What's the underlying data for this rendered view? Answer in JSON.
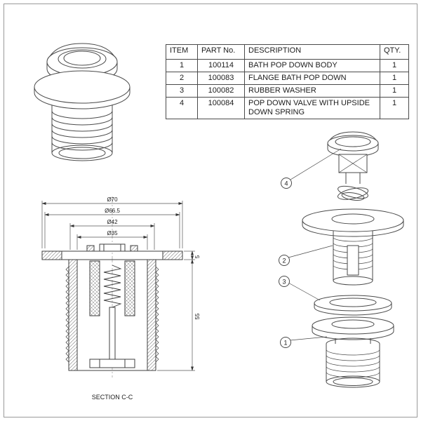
{
  "table": {
    "headers": [
      "ITEM",
      "PART No.",
      "DESCRIPTION",
      "QTY."
    ],
    "rows": [
      {
        "item": "1",
        "part": "100114",
        "desc": "BATH POP DOWN BODY",
        "qty": "1"
      },
      {
        "item": "2",
        "part": "100083",
        "desc": "FLANGE BATH POP DOWN",
        "qty": "1"
      },
      {
        "item": "3",
        "part": "100082",
        "desc": "RUBBER WASHER",
        "qty": "1"
      },
      {
        "item": "4",
        "part": "100084",
        "desc": "POP DOWN VALVE WITH UPSIDE DOWN SPRING",
        "qty": "1"
      }
    ]
  },
  "section_view": {
    "caption": "SECTION C-C",
    "dims": {
      "d70": "Ø70",
      "d66": "Ø66.5",
      "d42": "Ø42",
      "d35": "Ø35",
      "h5": "5",
      "h55": "55"
    }
  },
  "exploded_view": {
    "balloons": {
      "b1": "1",
      "b2": "2",
      "b3": "3",
      "b4": "4"
    }
  }
}
